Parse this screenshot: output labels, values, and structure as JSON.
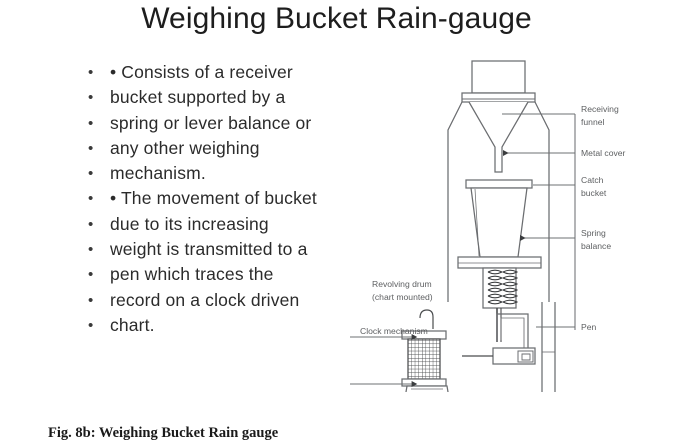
{
  "slide": {
    "title": "Weighing Bucket Rain-gauge",
    "caption": "Fig. 8b: Weighing Bucket Rain gauge"
  },
  "bullets": [
    {
      "marker": "•",
      "text": "• Consists  of  a  receiver"
    },
    {
      "marker": "•",
      "text": "bucket  supported  by  a"
    },
    {
      "marker": "•",
      "text": "spring or lever balance or"
    },
    {
      "marker": "•",
      "text": "any  other  weighing"
    },
    {
      "marker": "•",
      "text": "mechanism."
    },
    {
      "marker": "•",
      "text": "• The  movement  of  bucket"
    },
    {
      "marker": "•",
      "text": "due  to  its  increasing"
    },
    {
      "marker": "•",
      "text": "weight  is  transmitted  to  a"
    },
    {
      "marker": "•",
      "text": "pen  which  traces  the"
    },
    {
      "marker": "•",
      "text": "record  on  a  clock  driven"
    },
    {
      "marker": "•",
      "text": "chart."
    }
  ],
  "diagram": {
    "labels_right": [
      {
        "id": "receiving-funnel",
        "line1": "Receiving",
        "line2": "funnel"
      },
      {
        "id": "metal-cover",
        "line1": "Metal cover",
        "line2": ""
      },
      {
        "id": "catch-bucket",
        "line1": "Catch",
        "line2": "bucket"
      },
      {
        "id": "spring-balance",
        "line1": "Spring",
        "line2": "balance"
      },
      {
        "id": "pen",
        "line1": "Pen",
        "line2": ""
      }
    ],
    "labels_left": [
      {
        "id": "revolving-drum",
        "line1": "Revolving drum",
        "line2": "(chart mounted)"
      },
      {
        "id": "clock-mechanism",
        "line1": "Clock mechanism",
        "line2": ""
      }
    ],
    "colors": {
      "outline": "#6b6d70",
      "outline_dark": "#3a3c3e",
      "leader": "#6e7073",
      "fill": "#ffffff",
      "hatch": "#4a4c4e"
    }
  }
}
